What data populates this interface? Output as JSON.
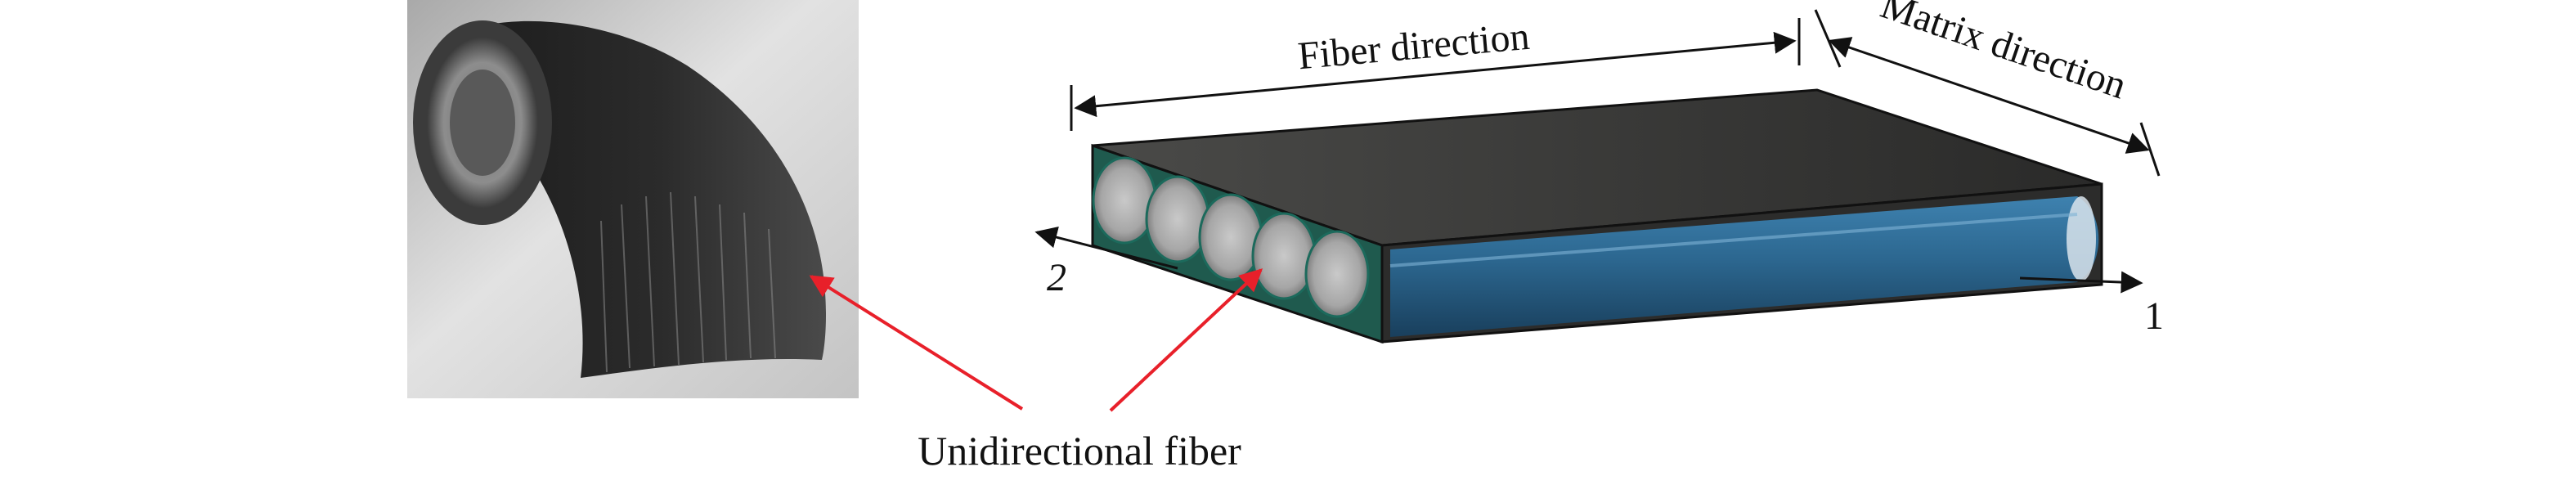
{
  "labels": {
    "fiber_direction": "Fiber direction",
    "matrix_direction": "Matrix direction",
    "axis_1": "1",
    "axis_2": "2",
    "unidirectional_fiber": "Unidirectional fiber"
  },
  "colors": {
    "arrow_red": "#e8202a",
    "line_black": "#111111",
    "block_top": "#3d3d3b",
    "block_side": "#2f2f2e",
    "fiber_blue": "#2f6f9a",
    "fiber_teal": "#2a8a78",
    "photo_bg": "#d6d6d6"
  }
}
